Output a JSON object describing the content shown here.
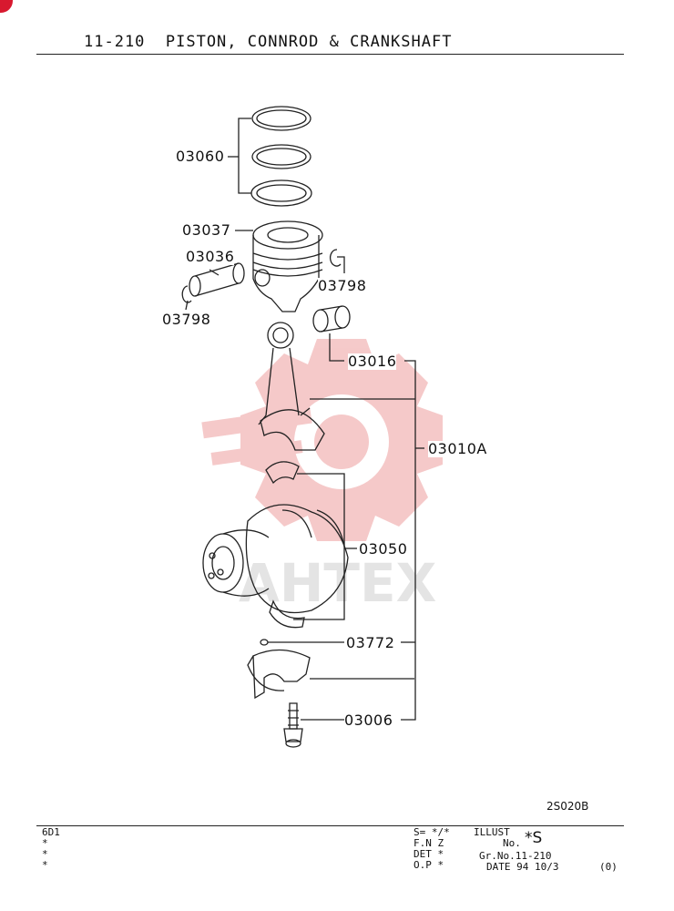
{
  "header": {
    "title": "11-210  PISTON, CONNROD & CRANKSHAFT"
  },
  "parts": {
    "rings": "03060",
    "piston": "03037",
    "pin": "03036",
    "clip_right": "03798",
    "clip_left": "03798",
    "bush": "03016",
    "connrod_assy": "03010A",
    "bearing": "03050",
    "nut": "03772",
    "cap": "03006"
  },
  "illust_code": "2S020B",
  "watermark_text": "AHTEX",
  "footer": {
    "model": "6D1",
    "star1": "*",
    "star2": "*",
    "star3": "*",
    "s_line": "S= */*",
    "fnz": "F.N Z",
    "det": "DET *",
    "op": "O.P *",
    "illust_label": "ILLUST",
    "no_label": "No.",
    "illust_value": "*S",
    "grno": "Gr.No.11-210",
    "date": "DATE 94 10/3",
    "rev": "(0)"
  },
  "colors": {
    "badge": "#d8192f",
    "watermark": "#f2b8b8",
    "line": "#222222"
  }
}
